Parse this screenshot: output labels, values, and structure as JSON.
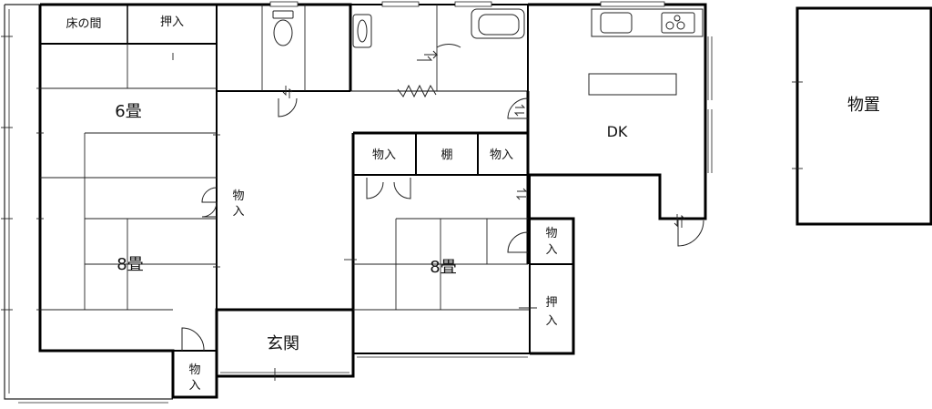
{
  "rooms": {
    "tokonoma": "床の間",
    "oshiire_top": "押入",
    "six_mat": "6畳",
    "eight_mat_left": "8畳",
    "storage_left_1": "物",
    "storage_left_2": "入",
    "storage_bottom_1": "物",
    "storage_bottom_2": "入",
    "genkan": "玄関",
    "storage_mid_left": "物入",
    "shelf": "棚",
    "storage_mid_right": "物入",
    "eight_mat_right": "8畳",
    "dk": "DK",
    "storage_right_1": "物",
    "storage_right_2": "入",
    "oshiire_right_1": "押",
    "oshiire_right_2": "入",
    "shed": "物置"
  }
}
